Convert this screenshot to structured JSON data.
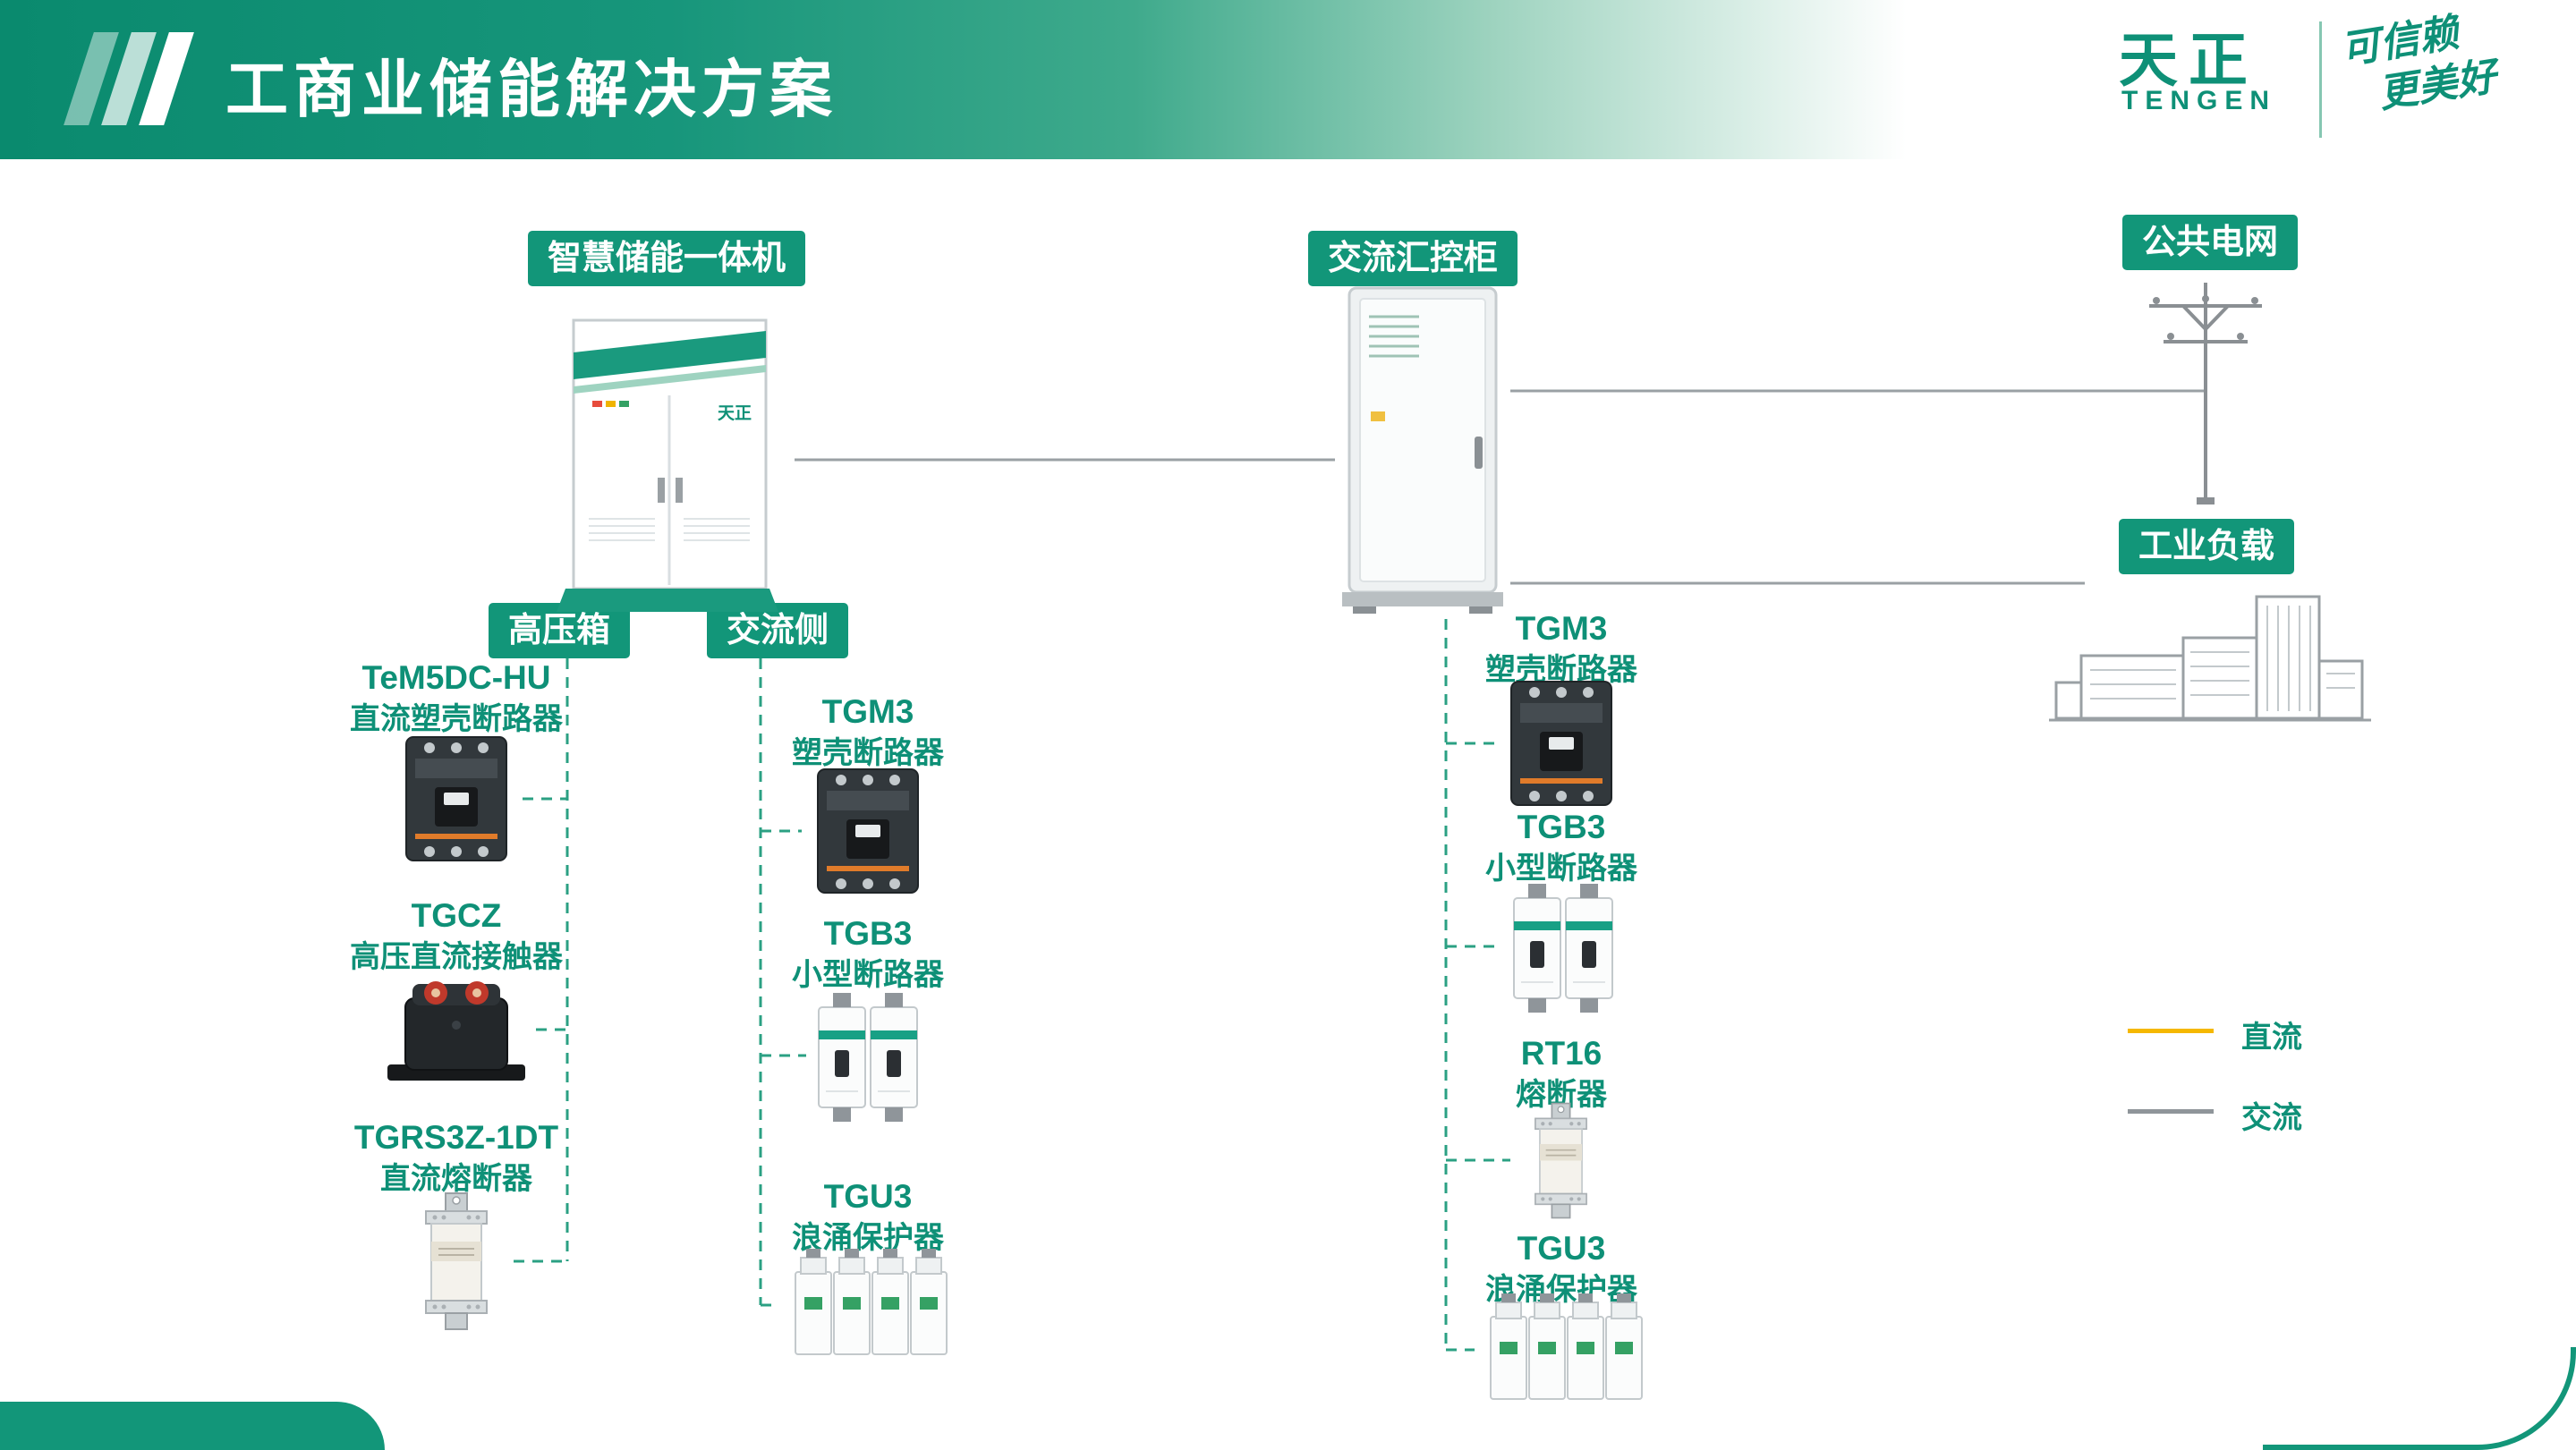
{
  "header": {
    "title": "工商业储能解决方案",
    "logo": {
      "brand": "天正",
      "brand_en": "TENGEN",
      "slogan_line1": "可信赖",
      "slogan_line2": "更美好"
    }
  },
  "badges": {
    "storage_unit": "智慧储能一体机",
    "ac_cabinet": "交流汇控柜",
    "public_grid": "公共电网",
    "industrial_load": "工业负载",
    "hv_box": "高压箱",
    "ac_side": "交流侧"
  },
  "products": {
    "hv_box": [
      {
        "model": "TeM5DC-HU",
        "name": "直流塑壳断路器",
        "icon": "mccb-icon"
      },
      {
        "model": "TGCZ",
        "name": "高压直流接触器",
        "icon": "contactor-icon"
      },
      {
        "model": "TGRS3Z-1DT",
        "name": "直流熔断器",
        "icon": "fuse-icon"
      }
    ],
    "ac_side": [
      {
        "model": "TGM3",
        "name": "塑壳断路器",
        "icon": "mccb-icon"
      },
      {
        "model": "TGB3",
        "name": "小型断路器",
        "icon": "mcb-icon"
      },
      {
        "model": "TGU3",
        "name": "浪涌保护器",
        "icon": "spd-icon"
      }
    ],
    "ac_cabinet": [
      {
        "model": "TGM3",
        "name": "塑壳断路器",
        "icon": "mccb-icon"
      },
      {
        "model": "TGB3",
        "name": "小型断路器",
        "icon": "mcb-icon"
      },
      {
        "model": "RT16",
        "name": "熔断器",
        "icon": "fuse-icon"
      },
      {
        "model": "TGU3",
        "name": "浪涌保护器",
        "icon": "spd-icon"
      }
    ]
  },
  "legend": {
    "dc": {
      "label": "直流",
      "color": "#F5B800"
    },
    "ac": {
      "label": "交流",
      "color": "#8F959A"
    }
  },
  "cabinet_brand_label": "天正",
  "colors": {
    "brand_green": "#0E9077",
    "badge_green": "#129679",
    "dashed_line": "#2BA083",
    "solid_line": "#9AA0A4"
  }
}
